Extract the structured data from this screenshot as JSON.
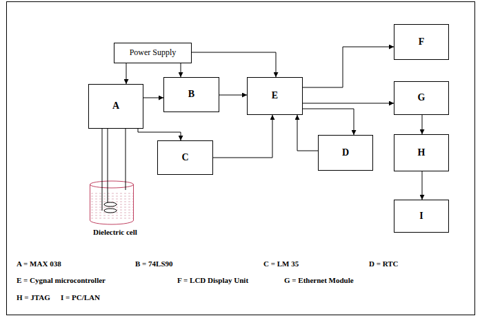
{
  "diagram": {
    "nodes": [
      {
        "text": [
          "Power Supply"
        ]
      },
      {
        "text": [
          "A"
        ]
      },
      {
        "text": [
          "B"
        ]
      },
      {
        "text": [
          "E"
        ]
      },
      {
        "text": [
          "F"
        ]
      },
      {
        "text": [
          "G"
        ]
      },
      {
        "text": [
          "C"
        ]
      },
      {
        "text": [
          "D"
        ]
      },
      {
        "text": [
          "H"
        ]
      },
      {
        "text": [
          "I"
        ]
      }
    ],
    "edges": [
      {
        "from": 0,
        "to": 1,
        "arrow": "to"
      },
      {
        "from": 0,
        "to": 2,
        "arrow": "to"
      },
      {
        "from": 0,
        "to": 3,
        "arrow": "to"
      },
      {
        "from": 1,
        "to": 2,
        "arrow": "to"
      },
      {
        "from": 1,
        "to": 6,
        "arrow": "to"
      },
      {
        "from": 2,
        "to": 3,
        "arrow": "to"
      },
      {
        "from": 6,
        "to": 3,
        "arrow": "to"
      },
      {
        "from": 3,
        "to": 4,
        "arrow": "to"
      },
      {
        "from": 3,
        "to": 5,
        "arrow": "to"
      },
      {
        "from": 3,
        "to": 7,
        "arrow": "to"
      },
      {
        "from": 7,
        "to": 3,
        "arrow": "to"
      },
      {
        "from": 5,
        "to": 8,
        "arrow": "to"
      },
      {
        "from": 8,
        "to": 9,
        "arrow": "to"
      }
    ],
    "labels": [
      "Dielectric cell",
      "A = MAX 038",
      "B = 74LS90",
      "C = LM 35",
      "D = RTC",
      "E = Cygnal microcontroller",
      "F = LCD Display Unit",
      "G = Ethernet Module",
      "H = JTAG",
      "I = PC/LAN"
    ]
  }
}
